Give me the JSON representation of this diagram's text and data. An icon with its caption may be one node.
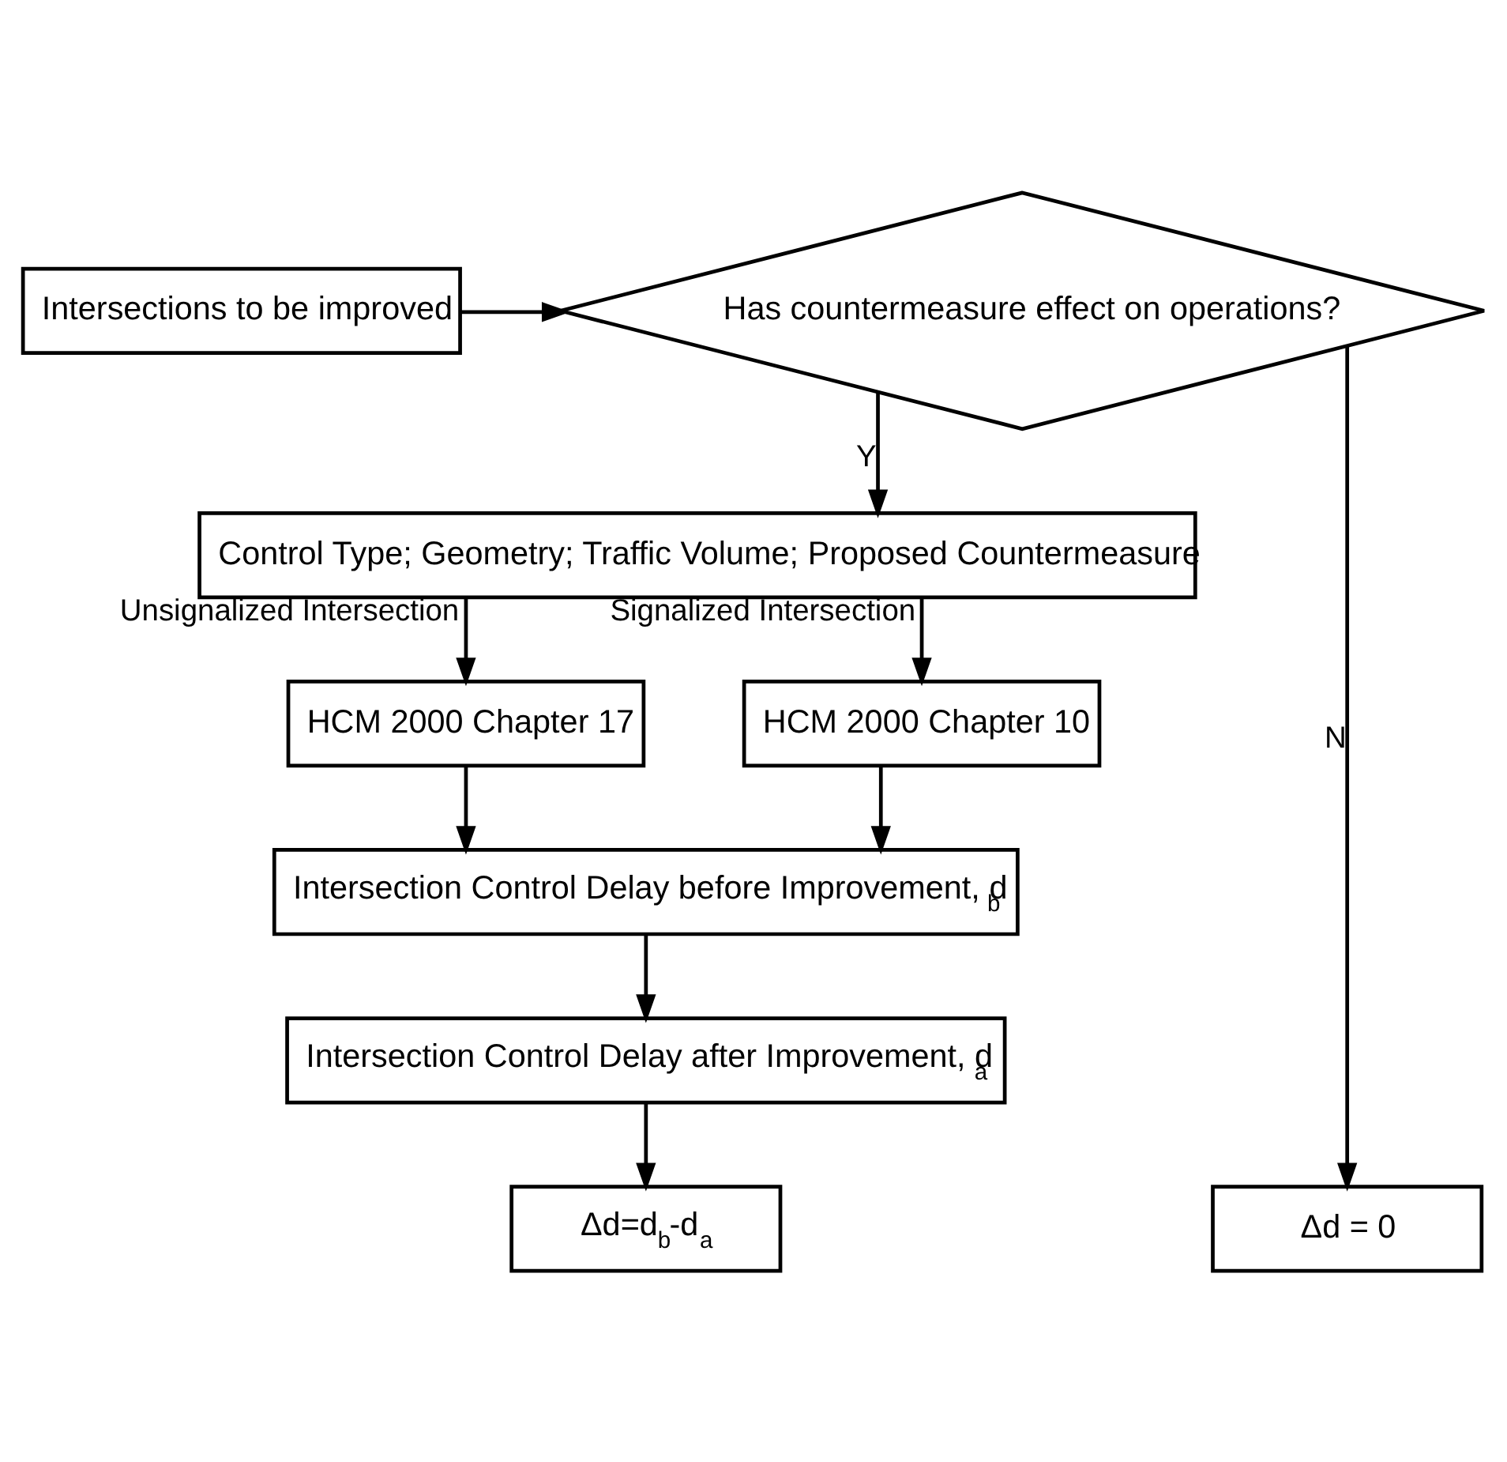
{
  "diagram": {
    "nodes": [
      {
        "text": [
          "Intersections to be improved"
        ]
      },
      {
        "text": [
          "Has countermeasure effect on operations?"
        ]
      },
      {
        "text": [
          "Control Type; Geometry; Traffic Volume; Proposed Countermeasure"
        ]
      },
      {
        "text": [
          "HCM 2000 Chapter 17"
        ]
      },
      {
        "text": [
          "HCM 2000 Chapter 10"
        ]
      },
      {
        "text": [
          "Intersection Control Delay before Improvement, d$_{b}$"
        ]
      },
      {
        "text": [
          "Intersection Control Delay after Improvement, d$_{a}$"
        ]
      },
      {
        "text": [
          "Δd=d$_{b}$-d$_{a}$"
        ]
      },
      {
        "text": [
          "Δd = 0"
        ]
      }
    ],
    "edges": [
      {
        "from": 0,
        "to": 1,
        "arrow": "to"
      },
      {
        "from": 1,
        "to": 2,
        "arrow": "to",
        "label": "Y"
      },
      {
        "from": 1,
        "to": 8,
        "arrow": "to",
        "label": "N"
      },
      {
        "from": 2,
        "to": 3,
        "arrow": "to",
        "label": "Unsignalized Intersection"
      },
      {
        "from": 2,
        "to": 4,
        "arrow": "to",
        "label": "Signalized Intersection"
      },
      {
        "from": 3,
        "to": 5,
        "arrow": "to"
      },
      {
        "from": 4,
        "to": 5,
        "arrow": "to"
      },
      {
        "from": 5,
        "to": 6,
        "arrow": "to"
      },
      {
        "from": 6,
        "to": 7,
        "arrow": "to"
      }
    ]
  }
}
